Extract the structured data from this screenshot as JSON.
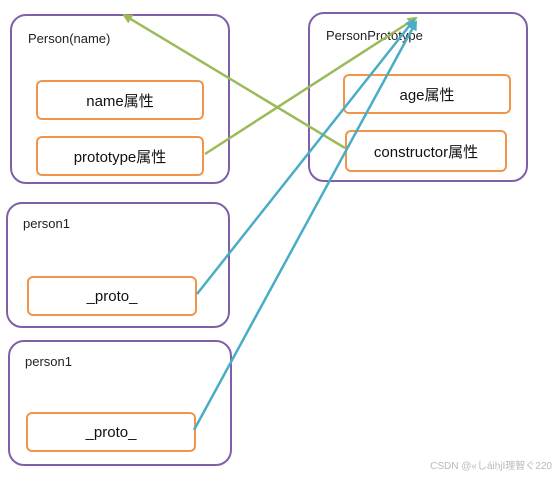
{
  "person_group": {
    "title": "Person(name)",
    "name_prop": "name属性",
    "prototype_prop": "prototype属性"
  },
  "prototype_group": {
    "title": "PersonPrototype",
    "age_prop": "age属性",
    "constructor_prop": "constructor属性"
  },
  "instance1": {
    "title": "person1",
    "proto_prop": "_proto_"
  },
  "instance2": {
    "title": "person1",
    "proto_prop": "_proto_"
  },
  "colors": {
    "group_border": "#7f5fa8",
    "property_border": "#f0954a",
    "constructor_link": "#9bbb59",
    "proto_link": "#4bacc6"
  },
  "watermark": "CSDN @«しáiḥjI理智ぐ220"
}
